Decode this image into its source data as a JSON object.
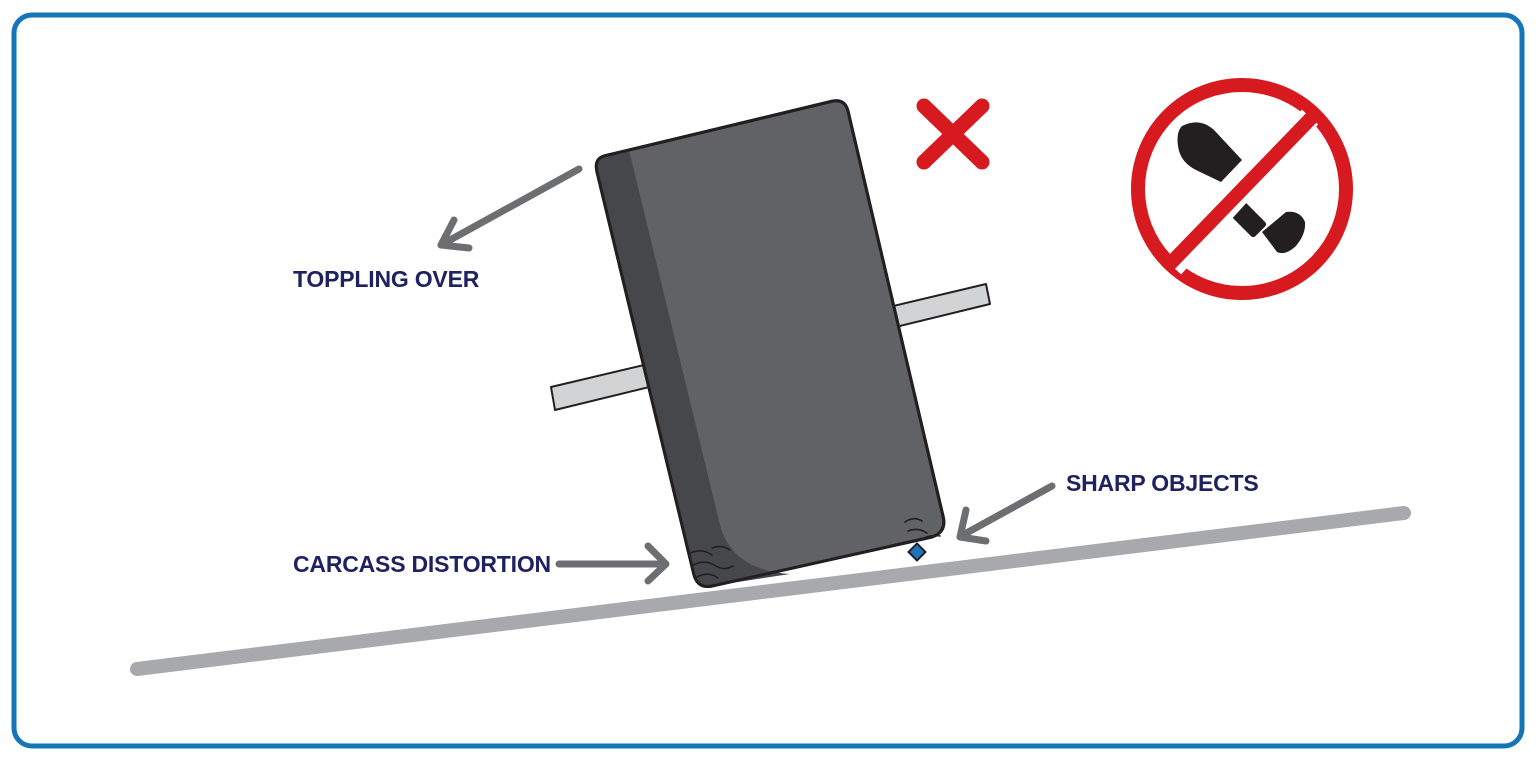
{
  "labels": {
    "toppling": "TOPPLING OVER",
    "carcass": "CARCASS DISTORTION",
    "sharp": "SHARP OBJECTS"
  },
  "icons": {
    "wrong": "cross-mark-icon",
    "prohibited": "no-knife-icon"
  },
  "colors": {
    "frame_border": "#1476b8",
    "label_text": "#1f2160",
    "tyre_body": "#606265",
    "tyre_shadow": "#45474b",
    "ground": "#a7a9ac",
    "arrow": "#6d6e71",
    "cross": "#d71920",
    "prohibition": "#d71920",
    "sharp_object": "#1c75bc"
  }
}
